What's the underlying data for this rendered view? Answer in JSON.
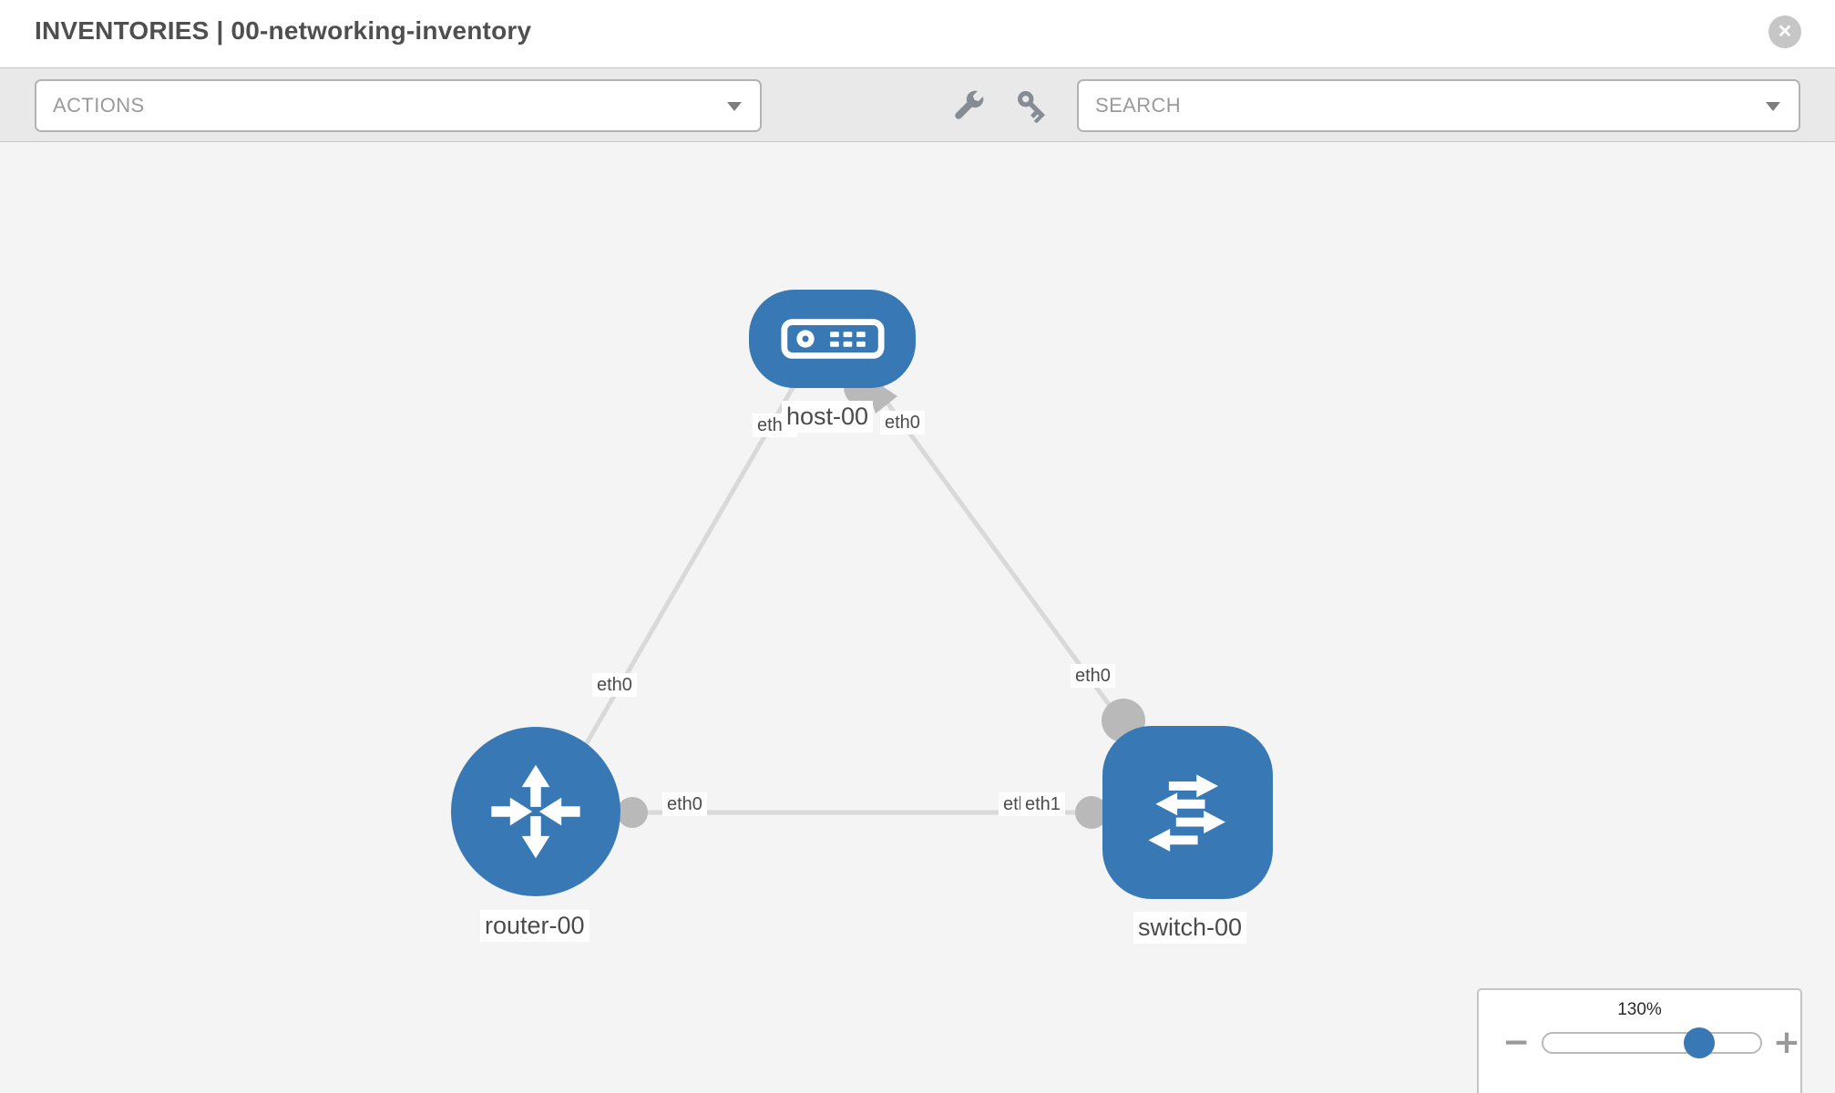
{
  "window": {
    "title": "INVENTORIES | 00-networking-inventory"
  },
  "header": {
    "close_glyph": "✕"
  },
  "toolbar": {
    "actions_label": "ACTIONS",
    "search_label": "SEARCH"
  },
  "colors": {
    "node_blue": "#3878b4",
    "link_gray": "#d9d9d9",
    "connector_gray": "#b9b9b9",
    "zoom_thumb_blue": "#3878b4"
  },
  "topology": {
    "nodes": [
      {
        "id": "host-00",
        "type": "host",
        "label": "host-00"
      },
      {
        "id": "router-00",
        "type": "router",
        "label": "router-00"
      },
      {
        "id": "switch-00",
        "type": "switch",
        "label": "switch-00"
      }
    ],
    "links": [
      {
        "from": "host-00",
        "to": "router-00",
        "from_interface": "eth0",
        "to_interface": "eth0"
      },
      {
        "from": "host-00",
        "to": "switch-00",
        "from_interface": "eth0",
        "to_interface": "eth0"
      },
      {
        "from": "router-00",
        "to": "switch-00",
        "from_interface": "eth0",
        "to_interfaces": [
          "eth0",
          "eth1"
        ]
      }
    ]
  },
  "zoom_control": {
    "value_label": "130%",
    "minus_glyph": "−",
    "plus_glyph": "+"
  }
}
